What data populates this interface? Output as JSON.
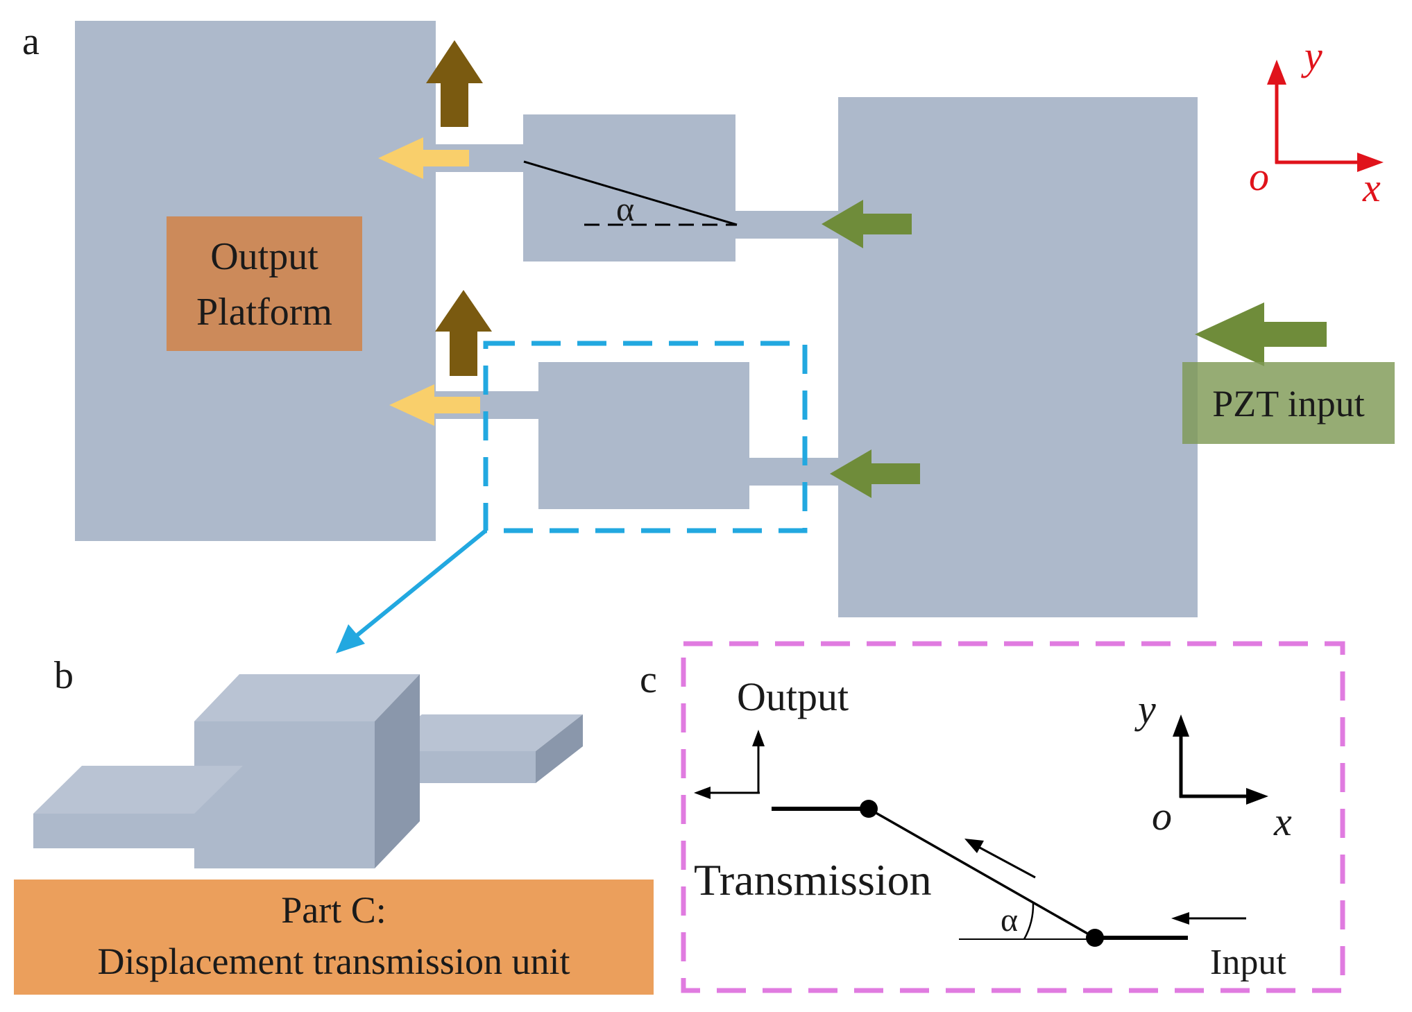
{
  "panels": {
    "a": {
      "label": "a"
    },
    "b": {
      "label": "b"
    },
    "c": {
      "label": "c"
    }
  },
  "panel_a": {
    "output_platform_line1": "Output",
    "output_platform_line2": "Platform",
    "pzt_input": "PZT input",
    "angle_symbol": "α",
    "axes": {
      "y": "y",
      "origin": "o",
      "x": "x"
    }
  },
  "panel_b": {
    "caption_line1": "Part C:",
    "caption_line2": "Displacement transmission unit"
  },
  "panel_c": {
    "output": "Output",
    "transmission": "Transmission",
    "input": "Input",
    "angle_symbol": "α",
    "axes": {
      "y": "y",
      "origin": "o",
      "x": "x"
    }
  },
  "colors": {
    "block": "#adb9cb",
    "output_platform_box": "#cc8a5a",
    "pzt_box": "#7f9a55",
    "caption_box": "#eb9f5c",
    "arrow_brown": "#7a5a10",
    "arrow_yellow": "#f9cf6b",
    "arrow_green": "#6f8c3a",
    "highlight_dash": "#22a8e0",
    "panel_c_dash": "#e07be0",
    "axes_red": "#e0131b"
  }
}
